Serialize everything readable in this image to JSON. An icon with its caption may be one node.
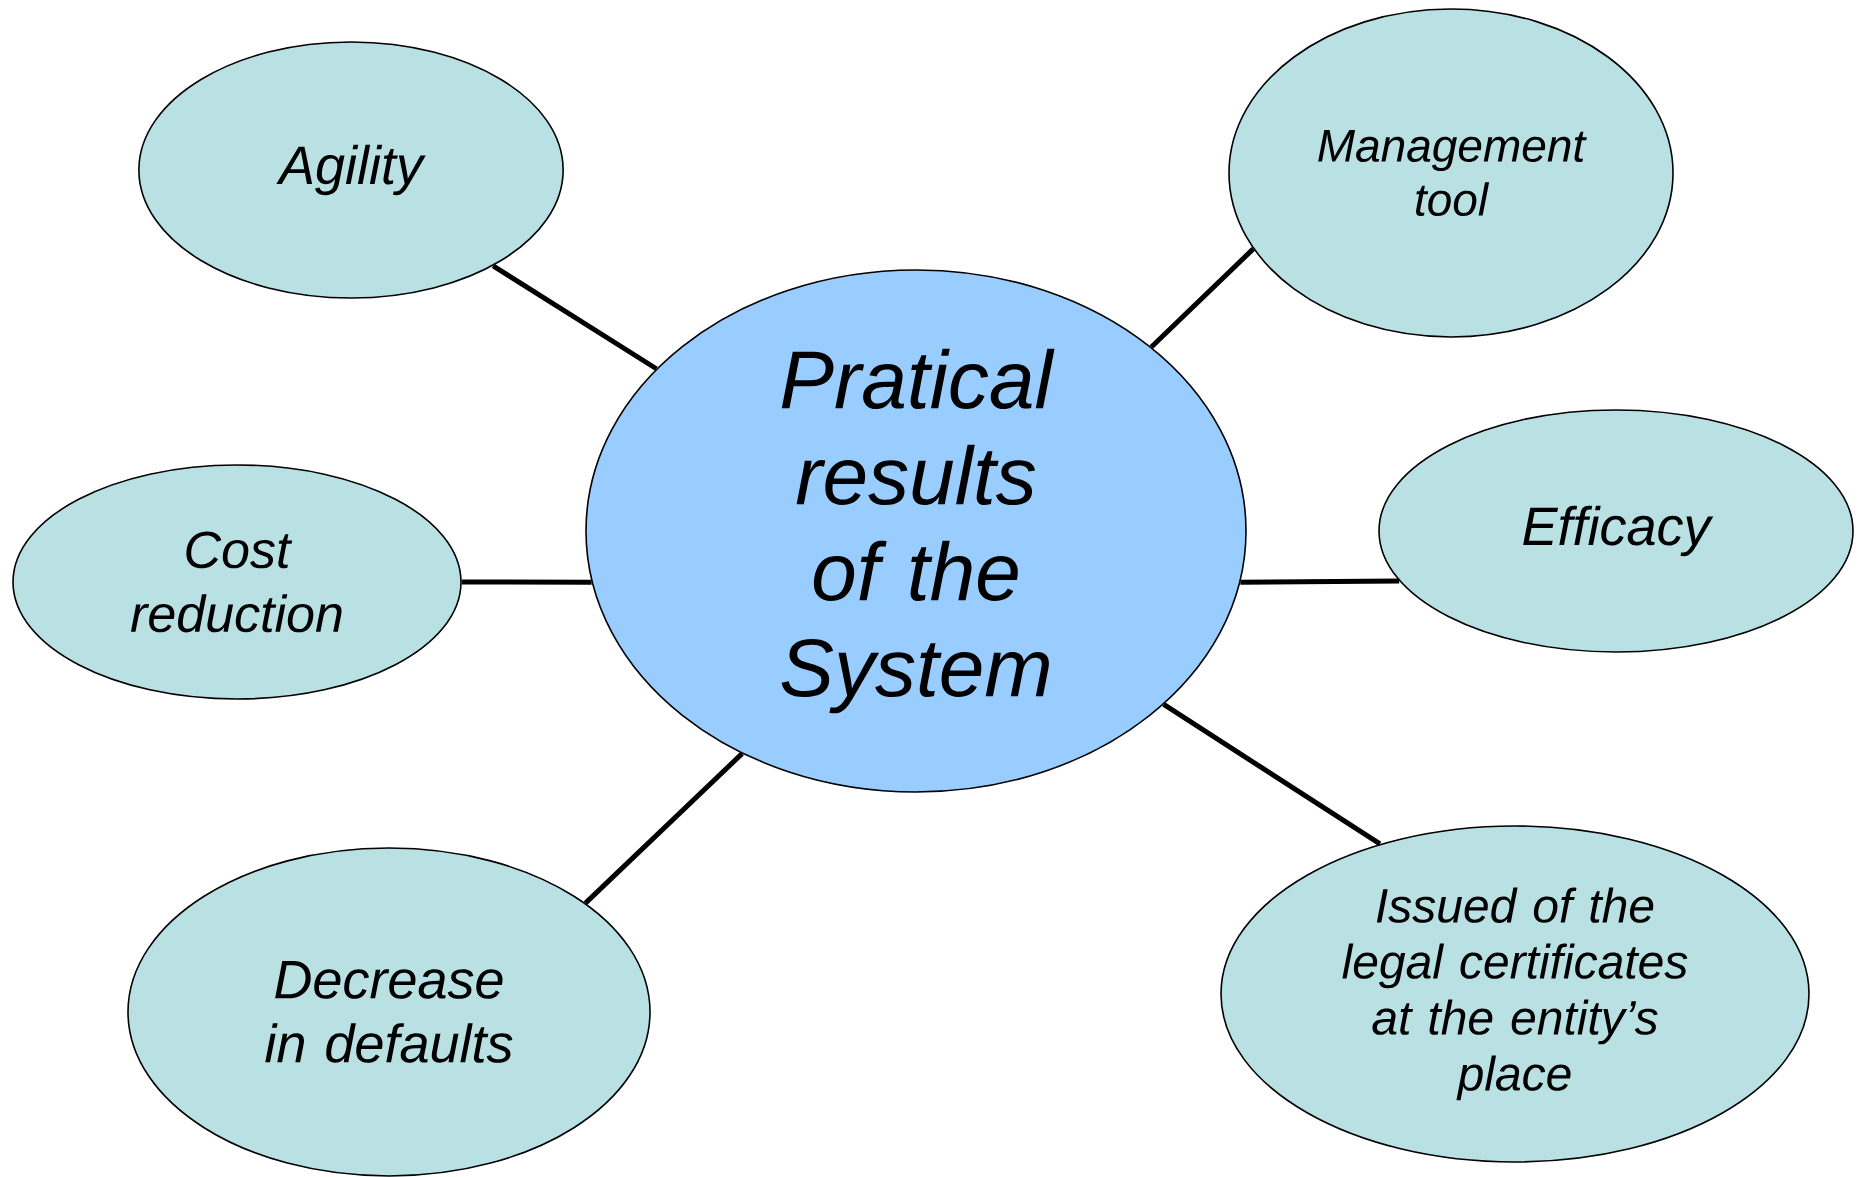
{
  "diagram": {
    "nodes": [
      {
        "text": [
          "Pratical results of the System"
        ]
      },
      {
        "text": [
          "Agility"
        ]
      },
      {
        "text": [
          "Management tool"
        ]
      },
      {
        "text": [
          "Cost reduction"
        ]
      },
      {
        "text": [
          "Efficacy"
        ]
      },
      {
        "text": [
          "Decrease in defaults"
        ]
      },
      {
        "text": [
          "Issued of the legal certificates at the entity’s place"
        ]
      }
    ],
    "edges": [
      {
        "from": 0,
        "to": 1,
        "arrow": "none"
      },
      {
        "from": 0,
        "to": 2,
        "arrow": "none"
      },
      {
        "from": 0,
        "to": 3,
        "arrow": "none"
      },
      {
        "from": 0,
        "to": 4,
        "arrow": "none"
      },
      {
        "from": 0,
        "to": 5,
        "arrow": "none"
      },
      {
        "from": 0,
        "to": 6,
        "arrow": "none"
      }
    ]
  }
}
